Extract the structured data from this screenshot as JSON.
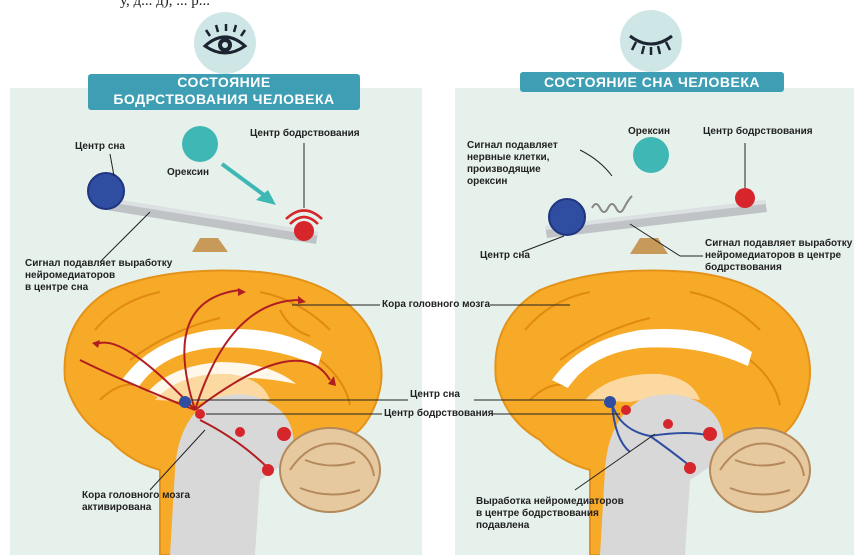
{
  "top_text": "у, д... д), ... р...",
  "left": {
    "icon": "open-eye-icon",
    "banner_line1": "СОСТОЯНИЕ",
    "banner_line2": "БОДРСТВОВАНИЯ ЧЕЛОВЕКА",
    "sleep_center": "Центр сна",
    "orexin": "Орексин",
    "wake_center": "Центр бодрствования",
    "signal_line1": "Сигнал подавляет выработку",
    "signal_line2": "нейромедиаторов",
    "signal_line3": "в центре сна",
    "cortex_line1": "Кора головного мозга",
    "cortex_line2": "активирована"
  },
  "center": {
    "cortex": "Кора головного мозга",
    "sleep_center": "Центр сна",
    "wake_center": "Центр бодрствования"
  },
  "right": {
    "icon": "closed-eye-icon",
    "banner": "СОСТОЯНИЕ СНА ЧЕЛОВЕКА",
    "signal_line1": "Сигнал подавляет",
    "signal_line2": "нервные клетки,",
    "signal_line3": "производящие",
    "signal_line4": "орексин",
    "orexin": "Орексин",
    "wake_center": "Центр бодрствования",
    "sleep_center": "Центр сна",
    "signal2_line1": "Сигнал подавляет выработку",
    "signal2_line2": "нейромедиаторов в центре",
    "signal2_line3": "бодрствования",
    "prod_line1": "Выработка нейромедиаторов",
    "prod_line2": "в центре бодрствования",
    "prod_line3": "подавлена"
  },
  "colors": {
    "panel_bg": "#e7f1ec",
    "banner": "#3e9fb4",
    "brain": "#f7a928",
    "sleep_center": "#2f4ea1",
    "wake_center": "#d6262b",
    "orexin": "#3fb7b4"
  }
}
